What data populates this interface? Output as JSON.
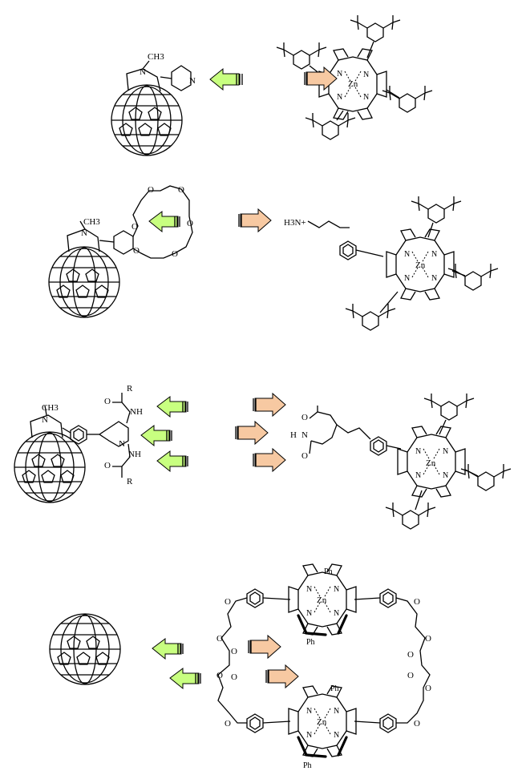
{
  "colors": {
    "donor_arrow_fill": "#c8ff80",
    "acceptor_arrow_fill": "#f7c9a2",
    "arrow_stroke": "#000000",
    "ink": "#000000",
    "background": "#ffffff"
  },
  "panels": [
    {
      "id": "pyridine-zn-porphyrin",
      "fullerene_labels": {
        "methyl": "CH3",
        "nitrogen": "N"
      },
      "pyridine_label": "N",
      "porphyrin_labels": {
        "metal": "Zn",
        "nitrogen": "N"
      }
    },
    {
      "id": "crown-ether-ammonium",
      "fullerene_labels": {
        "methyl": "CH3",
        "nitrogen": "N"
      },
      "crown_oxygen_label": "O",
      "ammonium_label": "H3N+",
      "porphyrin_labels": {
        "metal": "Zn",
        "nitrogen": "N"
      }
    },
    {
      "id": "hydrogen-bond-triad",
      "fullerene_labels": {
        "methyl": "CH3",
        "nitrogen": "N"
      },
      "amide_labels": {
        "r": "R",
        "nh": "NH",
        "o": "O",
        "n": "N"
      },
      "imide_labels": {
        "o": "O",
        "n": "N",
        "h": "H"
      },
      "porphyrin_labels": {
        "metal": "Zn",
        "nitrogen": "N"
      }
    },
    {
      "id": "jaw-like-bisporphyrin",
      "ether_label": "O",
      "ester_label": "O",
      "phenyl_label": "Ph",
      "porphyrin_labels": {
        "metal": "Zn",
        "nitrogen": "N"
      }
    }
  ]
}
